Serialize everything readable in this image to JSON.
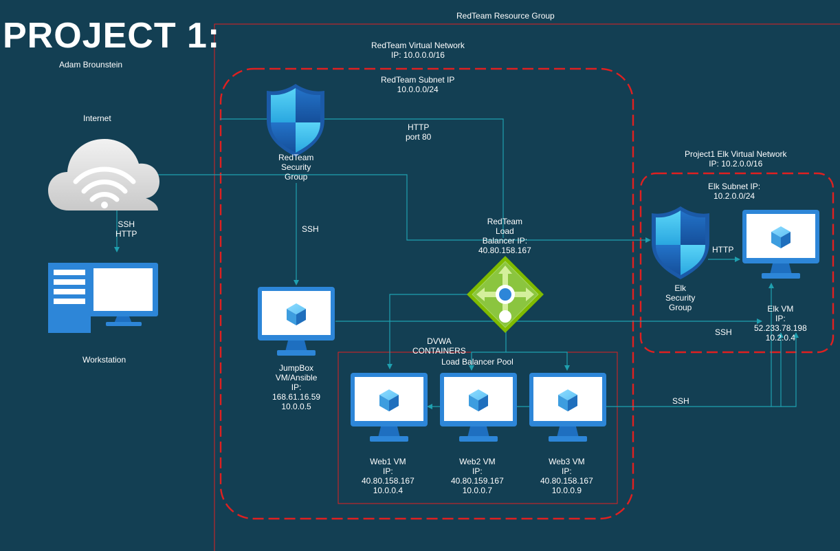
{
  "title": "PROJECT 1:",
  "author": "Adam Brounstein",
  "resource_group": {
    "label": "RedTeam Resource Group"
  },
  "redteam_vnet": {
    "label": [
      "RedTeam Virtual Network",
      "IP: 10.0.0.0/16"
    ]
  },
  "redteam_subnet": {
    "label": [
      "RedTeam Subnet IP",
      "10.0.0.0/24"
    ]
  },
  "elk_vnet": {
    "label": [
      "Project1 Elk Virtual Network",
      "IP: 10.2.0.0/16"
    ]
  },
  "elk_subnet": {
    "label": [
      "Elk Subnet IP:",
      "10.2.0.0/24"
    ]
  },
  "internet": {
    "label": "Internet",
    "icon": "cloud-wifi-icon"
  },
  "workstation": {
    "label": "Workstation",
    "icon": "workstation-icon"
  },
  "internet_to_workstation": [
    "SSH",
    "HTTP"
  ],
  "http_port": [
    "HTTP",
    "port 80"
  ],
  "ssh_jump": "SSH",
  "redteam_nsg": {
    "label": [
      "RedTeam",
      "Security",
      "Group"
    ],
    "icon": "shield-icon"
  },
  "load_balancer": {
    "label": [
      "RedTeam",
      "Load",
      "Balancer IP:",
      "40.80.158.167"
    ],
    "icon": "load-balancer-icon"
  },
  "jumpbox": {
    "label": [
      "JumpBox",
      "VM/Ansible",
      "IP:",
      "168.61.16.59",
      "10.0.0.5"
    ],
    "icon": "vm-monitor-icon"
  },
  "dvwa": [
    "DVWA",
    "CONTAINERS"
  ],
  "pool": {
    "label": "Load Balancer Pool"
  },
  "web_vms": [
    {
      "label": [
        "Web1 VM",
        "IP:",
        "40.80.158.167",
        "10.0.0.4"
      ]
    },
    {
      "label": [
        "Web2 VM",
        "IP:",
        "40.80.159.167",
        "10.0.0.7"
      ]
    },
    {
      "label": [
        "Web3 VM",
        "IP:",
        "40.80.158.167",
        "10.0.0.9"
      ]
    }
  ],
  "elk_nsg": {
    "label": [
      "Elk",
      "Security",
      "Group"
    ],
    "icon": "shield-icon"
  },
  "elk_http": "HTTP",
  "elk_vm": {
    "label": [
      "Elk VM",
      "IP:",
      "52.233.78.198",
      "10.2.0.4"
    ],
    "icon": "vm-monitor-icon"
  },
  "ssh_elk": "SSH",
  "ssh_pool": "SSH",
  "colors": {
    "background": "#133f53",
    "border_red": "#e02020",
    "connector": "#1fa0b0",
    "azure_blue": "#1e74c9",
    "lb_green": "#7fba00"
  }
}
